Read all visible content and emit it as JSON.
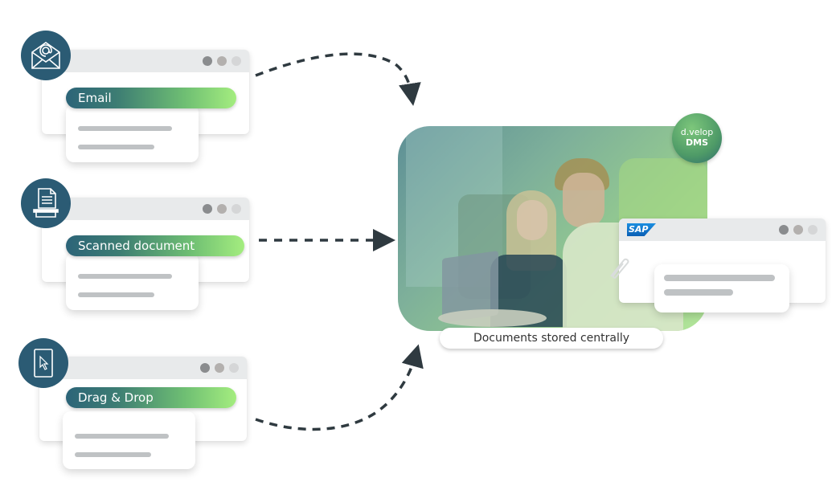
{
  "sources": [
    {
      "label": "Email",
      "icon": "envelope-at-icon"
    },
    {
      "label": "Scanned document",
      "icon": "scanner-document-icon"
    },
    {
      "label": "Drag & Drop",
      "icon": "tablet-cursor-icon"
    }
  ],
  "center": {
    "caption": "Documents stored centrally",
    "badge_line1": "d.velop",
    "badge_line2": "DMS"
  },
  "sap_window": {
    "logo": "SAP",
    "icon": "paperclip-icon"
  },
  "colors": {
    "badge": "#2b5b74",
    "gradient_start": "#2c6478",
    "gradient_end": "#a4ed7f",
    "arrow": "#2f3a40"
  }
}
